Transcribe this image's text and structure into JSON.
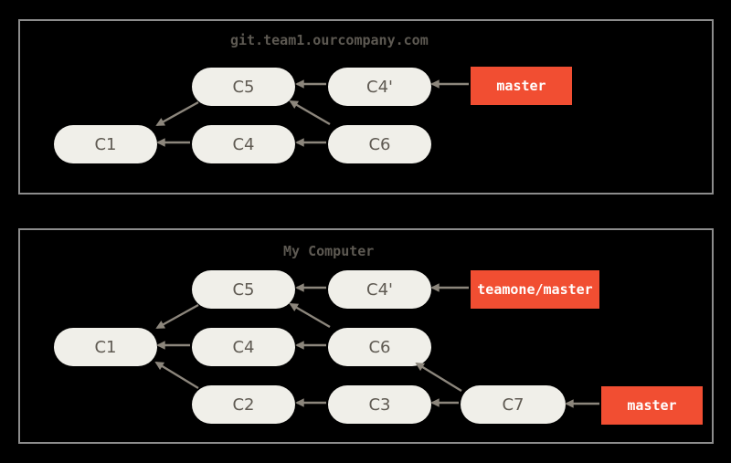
{
  "colors": {
    "background": "#000000",
    "panel_border": "#8c8c8c",
    "node_fill": "#f0efe9",
    "node_text": "#5f5a52",
    "arrow": "#8c867c",
    "branch_bg": "#f14e32",
    "branch_text": "#ffffff",
    "title_text": "#5d5952"
  },
  "panels": [
    {
      "title": "git.team1.ourcompany.com",
      "nodes": [
        {
          "label": "C5"
        },
        {
          "label": "C4'"
        },
        {
          "label": "C1"
        },
        {
          "label": "C4"
        },
        {
          "label": "C6"
        }
      ],
      "branches": [
        {
          "label": "master"
        }
      ],
      "edges": [
        {
          "from": "C4'",
          "to": "C5"
        },
        {
          "from": "master",
          "to": "C4'"
        },
        {
          "from": "C6",
          "to": "C4"
        },
        {
          "from": "C4",
          "to": "C1"
        },
        {
          "from": "C5",
          "to": "C1"
        },
        {
          "from": "C6",
          "to": "C5"
        }
      ]
    },
    {
      "title": "My Computer",
      "nodes": [
        {
          "label": "C5"
        },
        {
          "label": "C4'"
        },
        {
          "label": "C1"
        },
        {
          "label": "C4"
        },
        {
          "label": "C6"
        },
        {
          "label": "C2"
        },
        {
          "label": "C3"
        },
        {
          "label": "C7"
        }
      ],
      "branches": [
        {
          "label": "teamone/master"
        },
        {
          "label": "master"
        }
      ],
      "edges": [
        {
          "from": "C4'",
          "to": "C5"
        },
        {
          "from": "teamone/master",
          "to": "C4'"
        },
        {
          "from": "C6",
          "to": "C4"
        },
        {
          "from": "C4",
          "to": "C1"
        },
        {
          "from": "C5",
          "to": "C1"
        },
        {
          "from": "C6",
          "to": "C5"
        },
        {
          "from": "C3",
          "to": "C2"
        },
        {
          "from": "C7",
          "to": "C3"
        },
        {
          "from": "C2",
          "to": "C1"
        },
        {
          "from": "C7",
          "to": "C6"
        },
        {
          "from": "master",
          "to": "C7"
        }
      ]
    }
  ]
}
